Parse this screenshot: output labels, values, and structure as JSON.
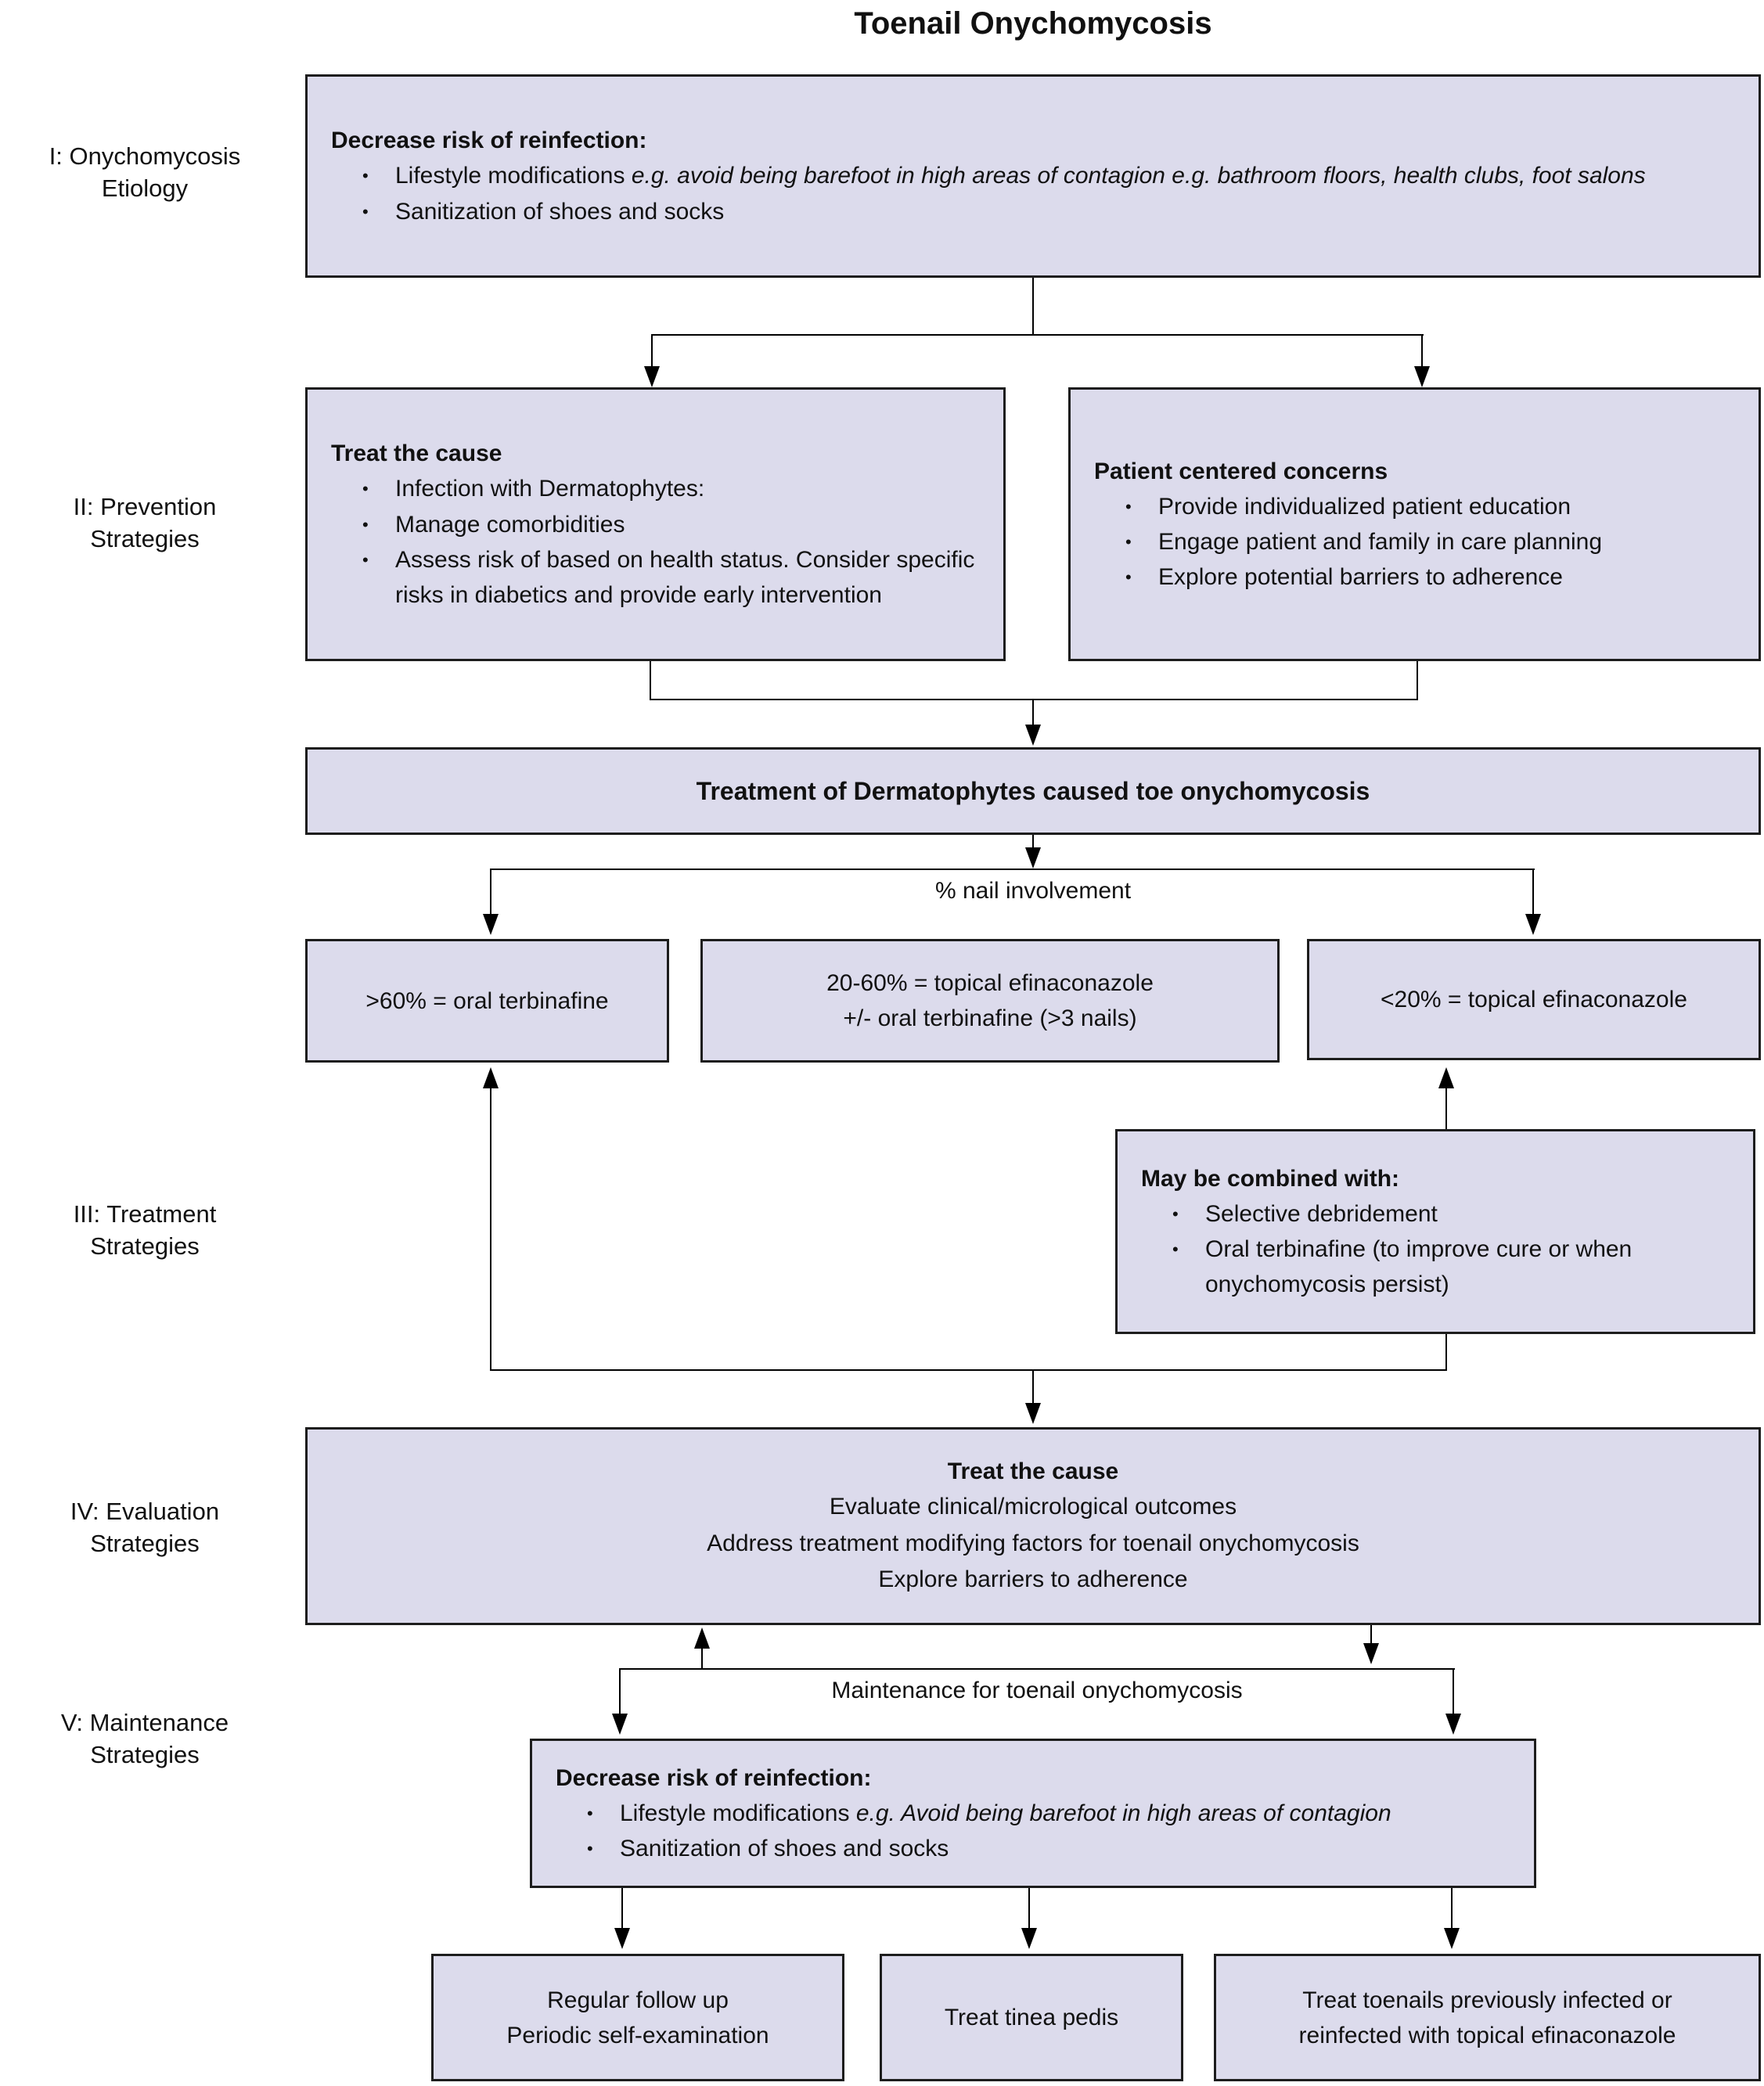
{
  "title": "Toenail Onychomycosis",
  "colors": {
    "box_fill": "#dcdbec",
    "box_border": "#1d1d1d",
    "connector": "#000000"
  },
  "sections": {
    "s1": "I: Onychomycosis\nEtiology",
    "s2": "II: Prevention\nStrategies",
    "s3": "III: Treatment\nStrategies",
    "s4": "IV: Evaluation\nStrategies",
    "s5": "V: Maintenance\nStrategies"
  },
  "etiology_box": {
    "heading": "Decrease risk of reinfection:",
    "bullets": [
      {
        "text": "Lifestyle modifications ",
        "em": "e.g. avoid being barefoot in high areas of contagion e.g. bathroom floors, health clubs, foot salons"
      },
      {
        "text": "Sanitization of shoes and socks",
        "em": ""
      }
    ]
  },
  "treat_cause_box": {
    "heading": "Treat the cause",
    "bullets": [
      "Infection with Dermatophytes:",
      "Manage comorbidities",
      "Assess risk of based on health status. Consider specific risks in diabetics and provide early intervention"
    ]
  },
  "patient_box": {
    "heading": "Patient centered concerns",
    "bullets": [
      "Provide individualized patient education",
      "Engage patient and family in care planning",
      "Explore potential barriers to adherence"
    ]
  },
  "treatment_banner": "Treatment of Dermatophytes caused toe onychomycosis",
  "nail_involvement_label": "% nail involvement",
  "option_boxes": {
    "gt60": ">60% = oral terbinafine",
    "mid": "20-60% = topical efinaconazole\n+/- oral terbinafine (>3 nails)",
    "lt20": "<20% = topical efinaconazole"
  },
  "combined_box": {
    "heading": "May be combined with:",
    "bullets": [
      "Selective debridement",
      "Oral terbinafine (to improve cure or when onychomycosis persist)"
    ]
  },
  "evaluation_box": {
    "heading": "Treat the cause",
    "lines": [
      "Evaluate clinical/micrological outcomes",
      "Address treatment modifying factors for toenail onychomycosis",
      "Explore barriers to adherence"
    ]
  },
  "maintenance_label": "Maintenance for toenail onychomycosis",
  "maintenance_box": {
    "heading": "Decrease risk of reinfection:",
    "bullets": [
      {
        "text": "Lifestyle modifications ",
        "em": "e.g. Avoid being barefoot in high areas of contagion"
      },
      {
        "text": "Sanitization of shoes and socks",
        "em": ""
      }
    ]
  },
  "bottom_boxes": [
    "Regular follow up\nPeriodic self-examination",
    "Treat tinea pedis",
    "Treat toenails previously infected or\nreinfected with topical efinaconazole"
  ]
}
